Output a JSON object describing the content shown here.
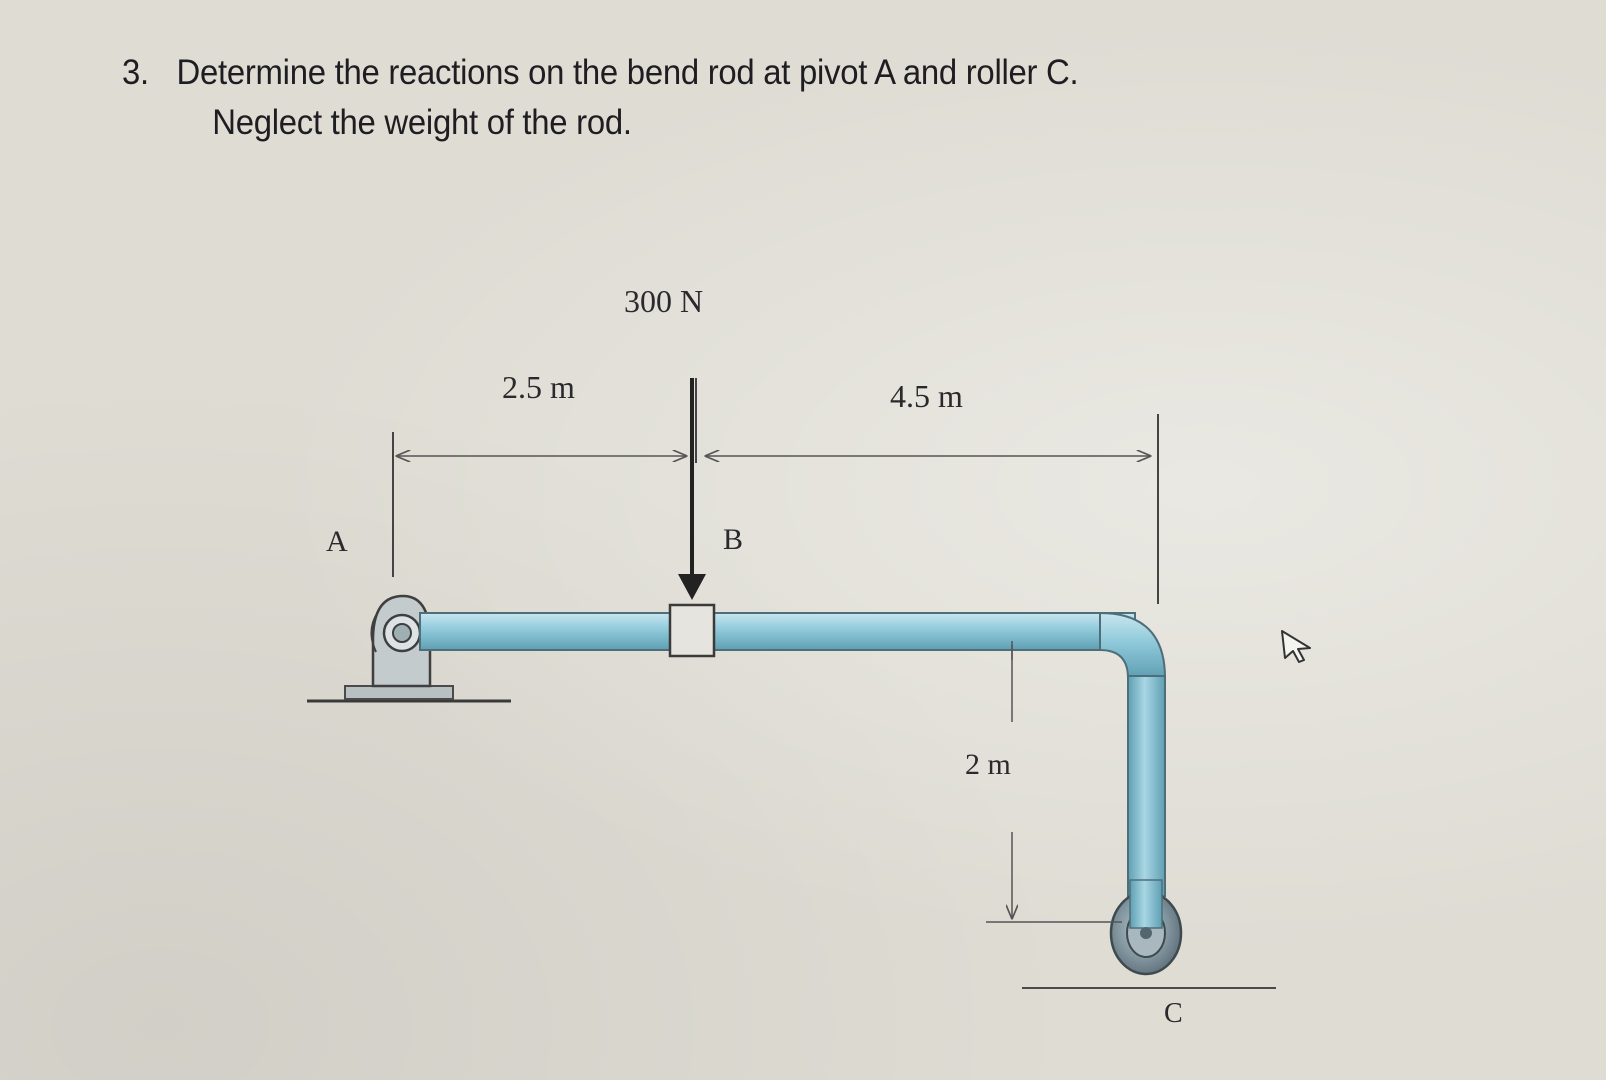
{
  "problem": {
    "number": "3.",
    "statement_line1": "Determine the reactions on the bend rod at pivot A and roller C.",
    "statement_line2": "Neglect the weight of the rod."
  },
  "diagram": {
    "force_label": "300 N",
    "dim_left_label": "2.5 m",
    "dim_right_label": "4.5 m",
    "dim_vertical_label": "2 m",
    "point_a_label": "A",
    "point_b_label": "B",
    "point_c_label": "C"
  },
  "colors": {
    "rod": "#8fc9da",
    "rod_dark": "#5f9fb3",
    "text": "#1e1e22"
  }
}
